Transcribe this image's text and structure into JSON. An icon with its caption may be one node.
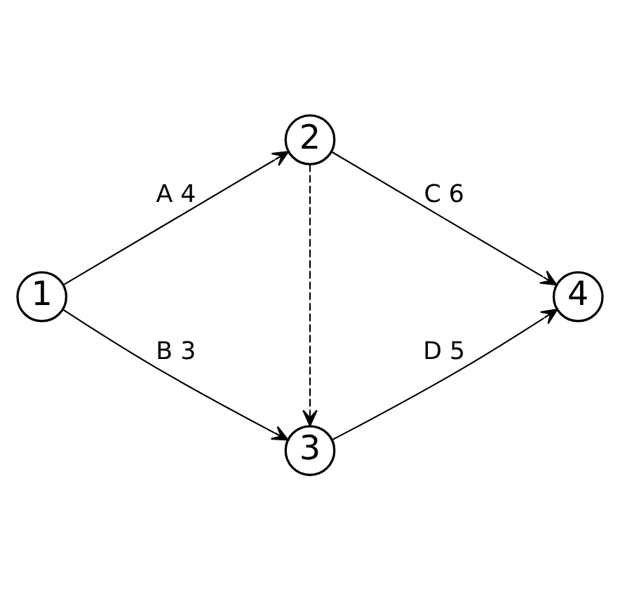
{
  "diagram": {
    "nodes": [
      {
        "text": [
          "1"
        ]
      },
      {
        "text": [
          "2"
        ]
      },
      {
        "text": [
          "3"
        ]
      },
      {
        "text": [
          "4"
        ]
      }
    ],
    "edges": [
      {
        "from": 0,
        "to": 1,
        "arrow": "to",
        "label": "A 4"
      },
      {
        "from": 1,
        "to": 3,
        "arrow": "to",
        "label": "C 6"
      },
      {
        "from": 1,
        "to": 2,
        "arrow": "to",
        "style": "dashed"
      },
      {
        "from": 0,
        "to": 2,
        "arrow": "to",
        "label": "B 3"
      },
      {
        "from": 2,
        "to": 3,
        "arrow": "to",
        "label": "D 5"
      }
    ]
  }
}
